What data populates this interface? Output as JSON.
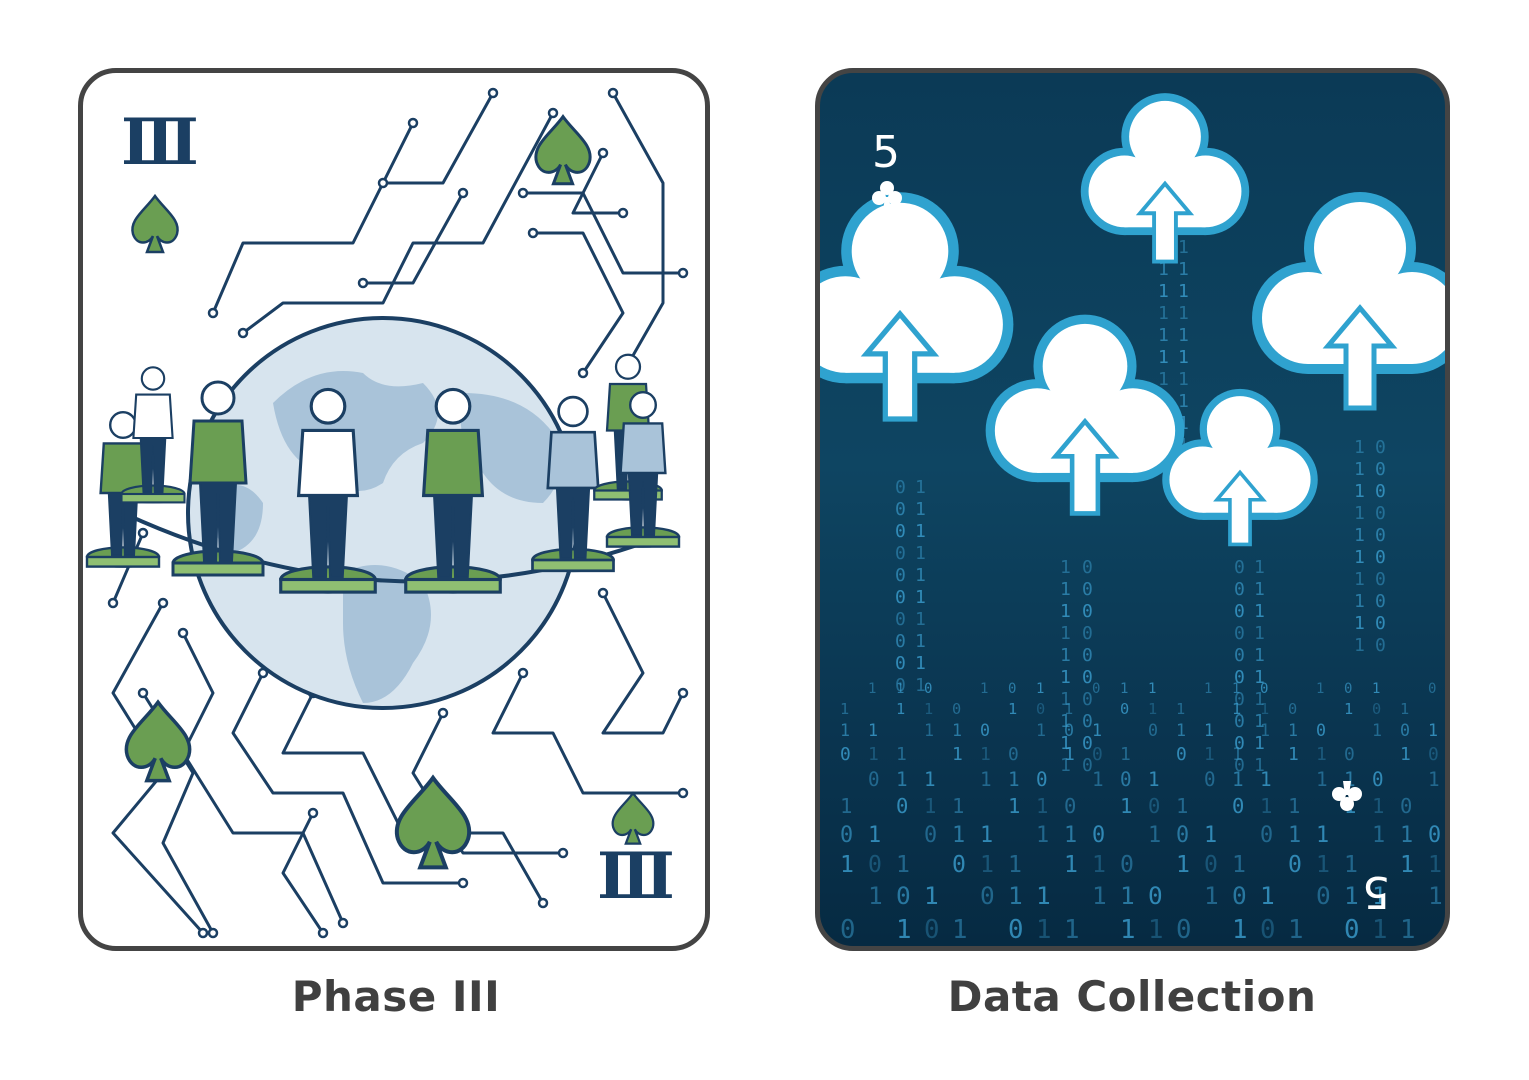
{
  "cards": [
    {
      "caption": "Phase III",
      "corner_label": "III",
      "suit_icon": "spade-icon",
      "colors": {
        "navy": "#1b3f63",
        "green": "#6a9e52",
        "globe": "#a9c3d9"
      }
    },
    {
      "caption": "Data Collection",
      "corner_label": "5",
      "suit_icon": "club-icon",
      "colors": {
        "background": "#0b3a56",
        "cloud_outline": "#2fa2cf",
        "binary": "#3b9fd0"
      }
    }
  ]
}
